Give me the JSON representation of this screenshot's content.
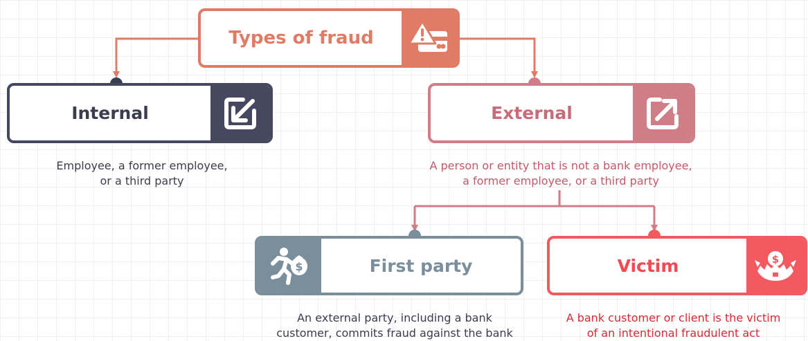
{
  "root": {
    "title": "Types of fraud",
    "icon": "warning-card-icon",
    "color": "#e07c66"
  },
  "internal": {
    "title": "Internal",
    "icon": "arrow-down-left-icon",
    "description": [
      "Employee, a former employee,",
      "or a third party"
    ],
    "color": "#45485f",
    "text_color": "#3b3d4d"
  },
  "external": {
    "title": "External",
    "icon": "arrow-up-right-icon",
    "description": [
      "A person or entity that is not a bank employee,",
      "a former employee, or a third party"
    ],
    "color": "#cf7e87",
    "text_color": "#c05a6a"
  },
  "first_party": {
    "title": "First party",
    "icon": "runner-money-bag-icon",
    "description": [
      "An external party, including a bank",
      "customer, commits fraud against the bank"
    ],
    "color": "#7b8e9c",
    "text_color": "#3b3d4d"
  },
  "victim": {
    "title": "Victim",
    "icon": "bear-trap-money-icon",
    "description": [
      "A bank customer or client is the victim",
      "of an intentional fraudulent act"
    ],
    "color": "#f25a5f",
    "text_color": "#d42a35"
  }
}
